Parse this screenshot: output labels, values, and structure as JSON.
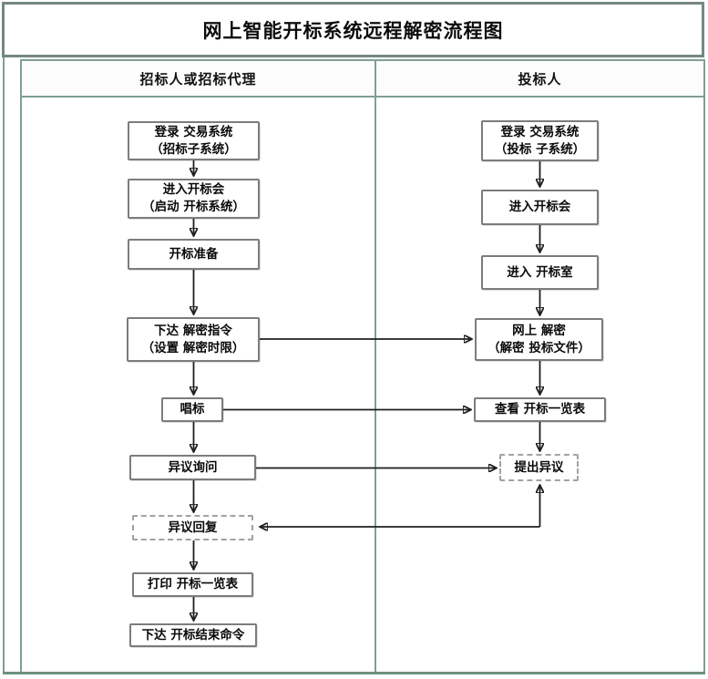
{
  "title": "网上智能开标系统远程解密流程图",
  "lanes": {
    "left": {
      "header": "招标人或招标代理"
    },
    "right": {
      "header": "投标人"
    }
  },
  "flow": {
    "left_nodes": [
      {
        "id": "l1",
        "label": "登录 交易系统\n（招标子系统）",
        "style": "solid"
      },
      {
        "id": "l2",
        "label": "进入开标会\n（启动 开标系统）",
        "style": "solid"
      },
      {
        "id": "l3",
        "label": "开标准备",
        "style": "solid"
      },
      {
        "id": "l4",
        "label": "下达 解密指令\n（设置 解密时限）",
        "style": "solid"
      },
      {
        "id": "l5",
        "label": "唱标",
        "style": "solid"
      },
      {
        "id": "l6",
        "label": "异议询问",
        "style": "solid"
      },
      {
        "id": "l7",
        "label": "异议回复",
        "style": "dashed"
      },
      {
        "id": "l8",
        "label": "打印 开标一览表",
        "style": "solid"
      },
      {
        "id": "l9",
        "label": "下达 开标结束命令",
        "style": "solid"
      }
    ],
    "right_nodes": [
      {
        "id": "r1",
        "label": "登录 交易系统\n（投标 子系统）",
        "style": "solid"
      },
      {
        "id": "r2",
        "label": "进入开标会",
        "style": "solid"
      },
      {
        "id": "r3",
        "label": "进入 开标室",
        "style": "solid"
      },
      {
        "id": "r4",
        "label": "网上 解密\n（解密 投标文件）",
        "style": "solid"
      },
      {
        "id": "r5",
        "label": "查看 开标一览表",
        "style": "solid"
      },
      {
        "id": "r6",
        "label": "提出异议",
        "style": "dashed"
      }
    ],
    "edges": [
      {
        "from": "l1",
        "to": "l2"
      },
      {
        "from": "l2",
        "to": "l3"
      },
      {
        "from": "l3",
        "to": "l4"
      },
      {
        "from": "l4",
        "to": "l5"
      },
      {
        "from": "l5",
        "to": "l6"
      },
      {
        "from": "l6",
        "to": "l7"
      },
      {
        "from": "l7",
        "to": "l8"
      },
      {
        "from": "l8",
        "to": "l9"
      },
      {
        "from": "r1",
        "to": "r2"
      },
      {
        "from": "r2",
        "to": "r3"
      },
      {
        "from": "r3",
        "to": "r4"
      },
      {
        "from": "r4",
        "to": "r5"
      },
      {
        "from": "r5",
        "to": "r6"
      },
      {
        "from": "l4",
        "to": "r4"
      },
      {
        "from": "l5",
        "to": "r5"
      },
      {
        "from": "l6",
        "to": "r6"
      },
      {
        "from": "r6",
        "to": "l7",
        "type": "bidirectional"
      }
    ]
  },
  "colors": {
    "grid_green": "#7fa093",
    "frame_border": "#74878a",
    "node_border": "#7c7c7c",
    "dashed_border": "#a2a2a2",
    "arrow": "#1f1f1f"
  }
}
